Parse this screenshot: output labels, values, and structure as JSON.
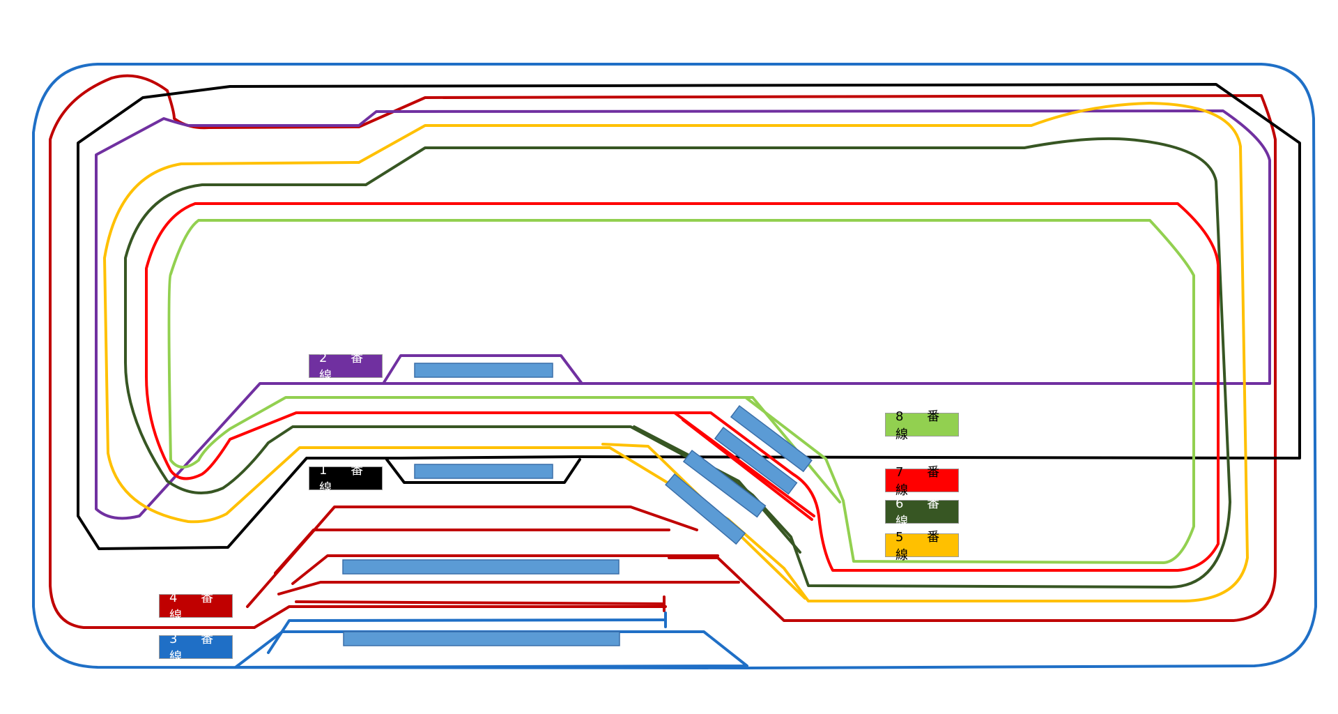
{
  "colors": {
    "background": "#ffffff",
    "outer_loop": "#1f6fc6",
    "outer_red": "#c00000",
    "line1": "#000000",
    "line2": "#7030a0",
    "line3": "#1f6fc6",
    "line4": "#c00000",
    "line5": "#ffc000",
    "line6": "#375623",
    "line7": "#ff0000",
    "line8": "#92d050",
    "platform_fill": "#5b9bd5",
    "label_text_light": "#ffffff",
    "label_text_dark": "#000000"
  },
  "labels": {
    "line1": "1 番 線",
    "line2": "2 番 線",
    "line3": "3 番 線",
    "line4": "4 番 線",
    "line5": "5 番 線",
    "line6": "6 番 線",
    "line7": "7 番 線",
    "line8": "8 番 線"
  }
}
